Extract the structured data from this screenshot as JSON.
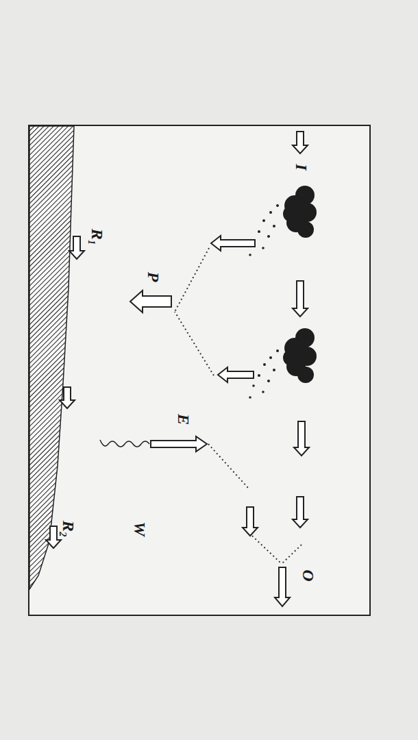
{
  "diagram": {
    "labels": [
      "I",
      "P",
      "E",
      "W",
      "O",
      "R₁",
      "R₂"
    ]
  }
}
